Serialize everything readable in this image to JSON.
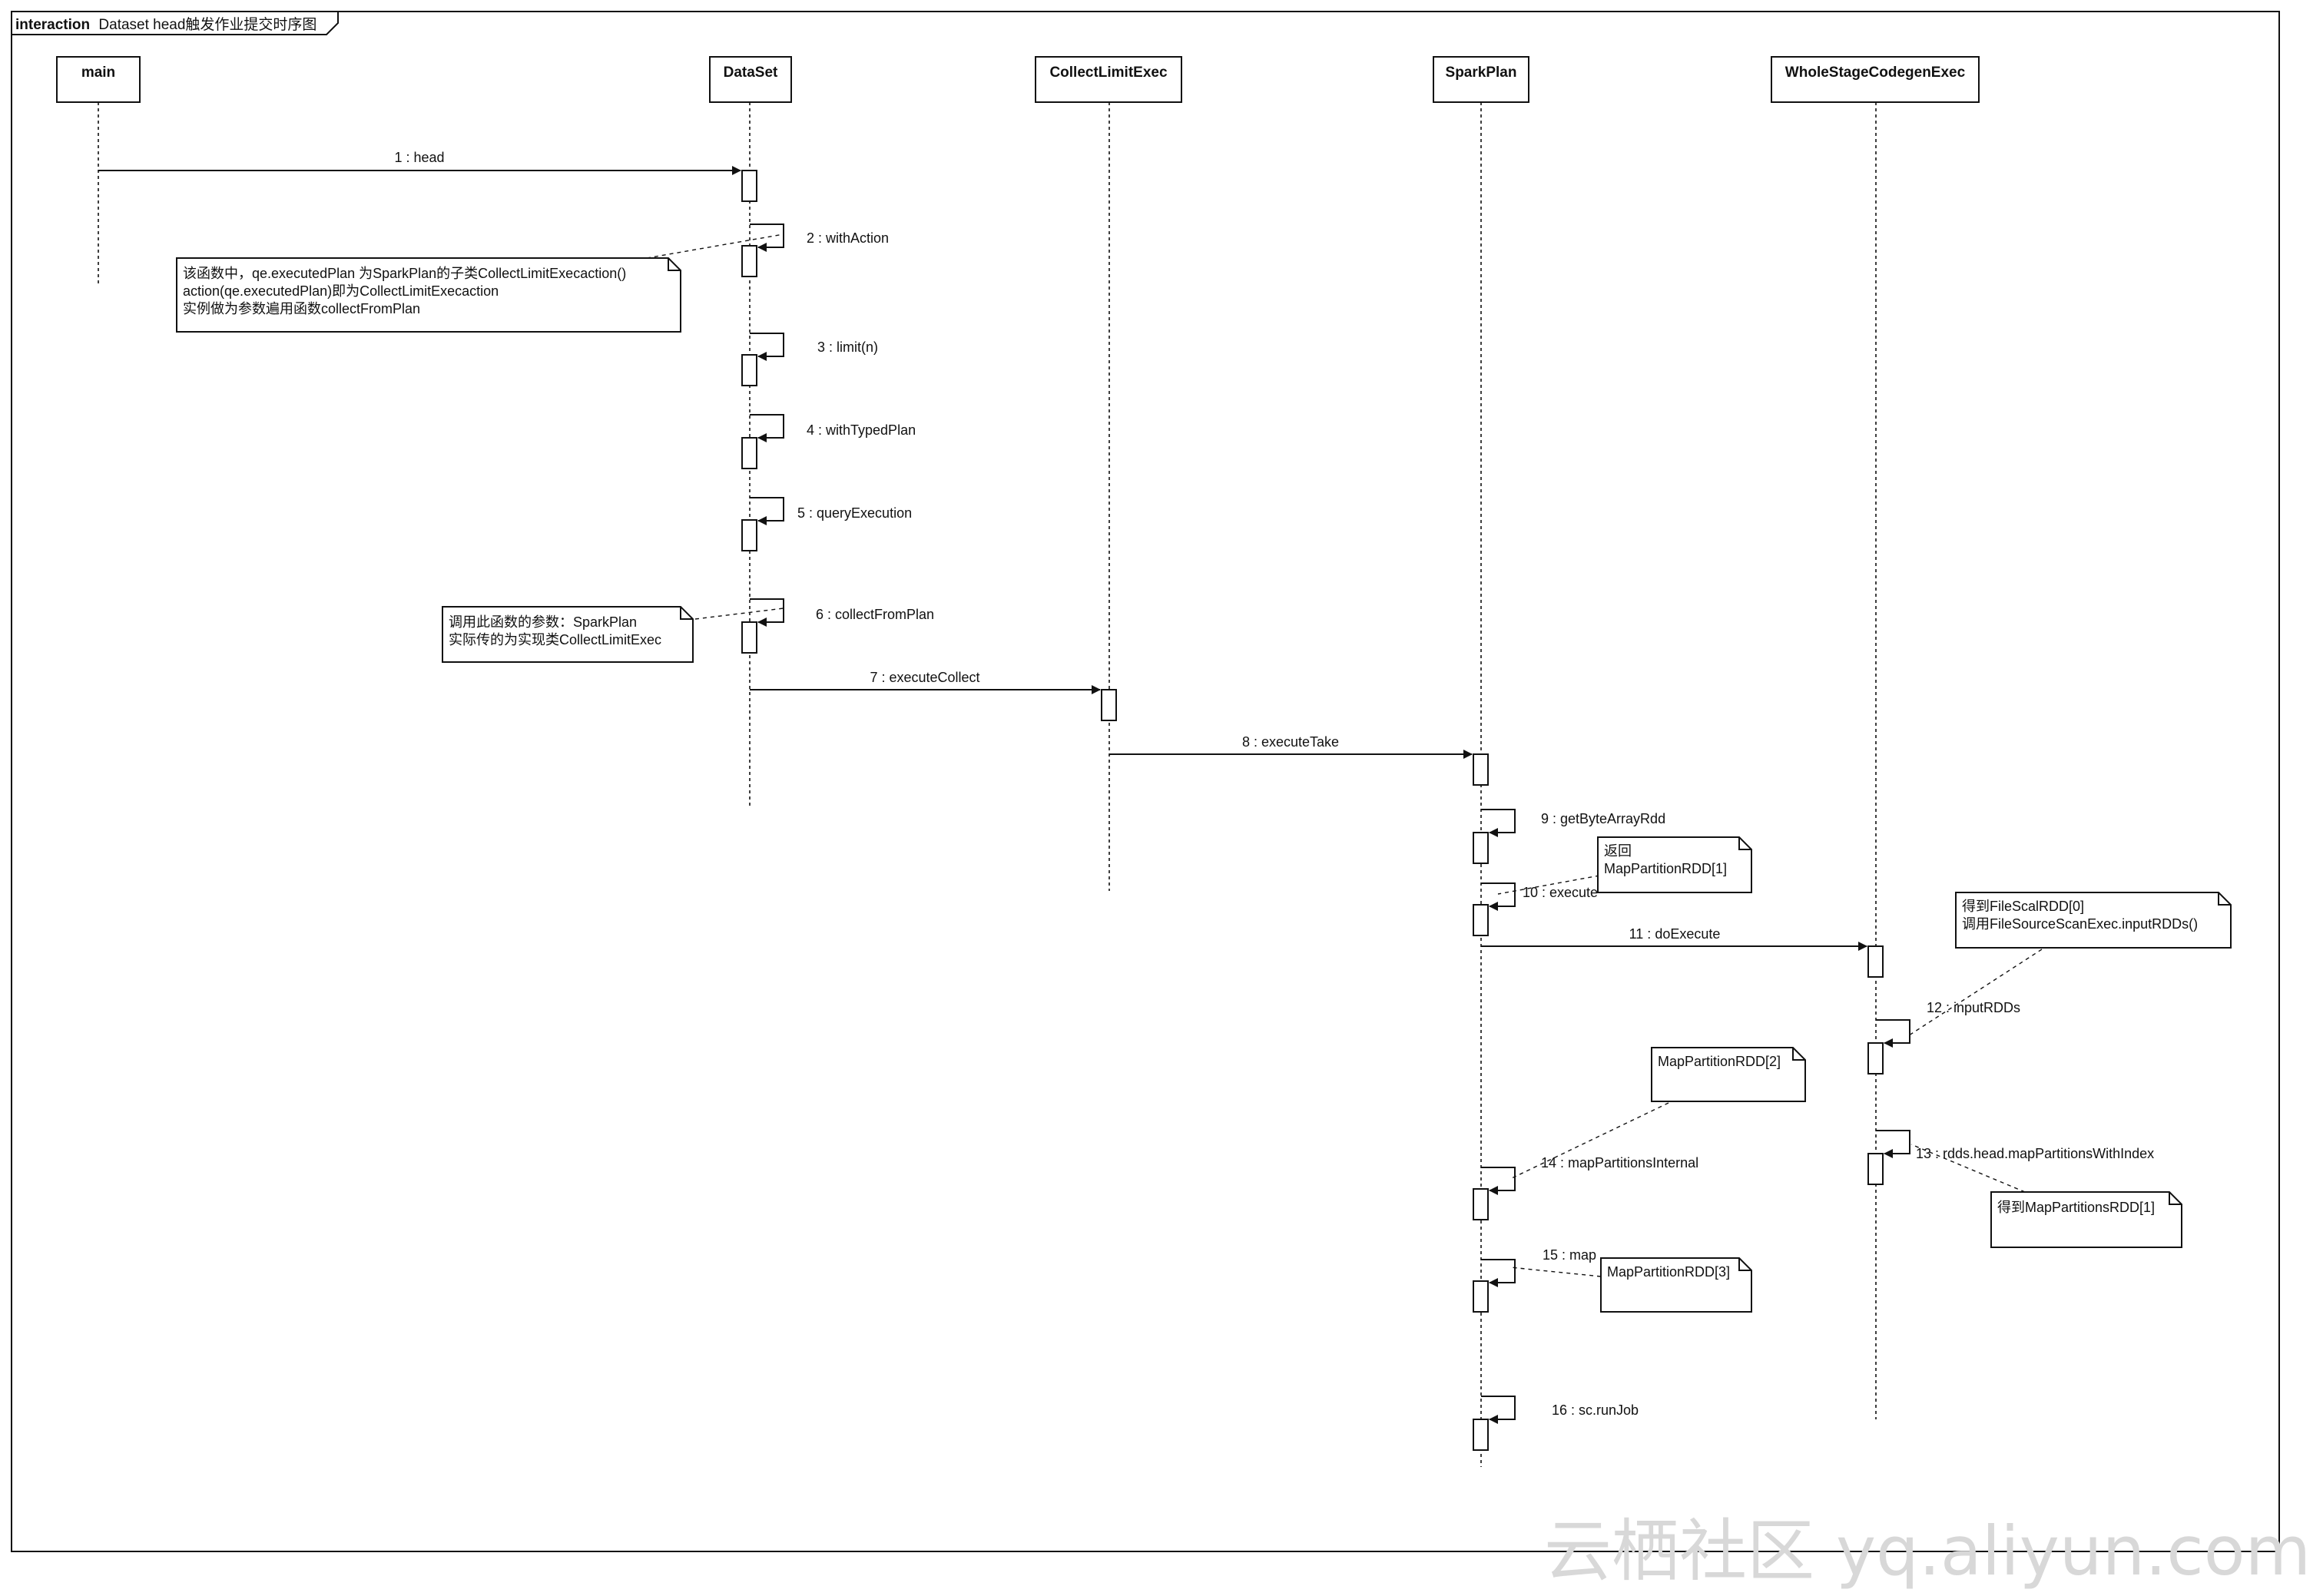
{
  "frame": {
    "keyword": "interaction",
    "title": "Dataset head触发作业提交时序图"
  },
  "participants": [
    {
      "id": "main",
      "label": "main"
    },
    {
      "id": "dataset",
      "label": "DataSet"
    },
    {
      "id": "collectlimitexec",
      "label": "CollectLimitExec"
    },
    {
      "id": "sparkplan",
      "label": "SparkPlan"
    },
    {
      "id": "wholestage",
      "label": "WholeStageCodegenExec"
    }
  ],
  "messages": [
    {
      "label": "1 : head",
      "from": "main",
      "to": "dataset"
    },
    {
      "label": "2 : withAction",
      "from": "dataset",
      "to": "dataset"
    },
    {
      "label": "3 : limit(n)",
      "from": "dataset",
      "to": "dataset"
    },
    {
      "label": "4 : withTypedPlan",
      "from": "dataset",
      "to": "dataset"
    },
    {
      "label": "5 : queryExecution",
      "from": "dataset",
      "to": "dataset"
    },
    {
      "label": "6 : collectFromPlan",
      "from": "dataset",
      "to": "dataset"
    },
    {
      "label": "7 : executeCollect",
      "from": "dataset",
      "to": "collectlimitexec"
    },
    {
      "label": "8 : executeTake",
      "from": "collectlimitexec",
      "to": "sparkplan"
    },
    {
      "label": "9 : getByteArrayRdd",
      "from": "sparkplan",
      "to": "sparkplan"
    },
    {
      "label": "10 : execute",
      "from": "sparkplan",
      "to": "sparkplan"
    },
    {
      "label": "11 : doExecute",
      "from": "sparkplan",
      "to": "wholestage"
    },
    {
      "label": "12 : inputRDDs",
      "from": "wholestage",
      "to": "wholestage"
    },
    {
      "label": "13 : rdds.head.mapPartitionsWithIndex",
      "from": "wholestage",
      "to": "wholestage"
    },
    {
      "label": "14 : mapPartitionsInternal",
      "from": "sparkplan",
      "to": "sparkplan"
    },
    {
      "label": "15 : map",
      "from": "sparkplan",
      "to": "sparkplan"
    },
    {
      "label": "16 : sc.runJob",
      "from": "sparkplan",
      "to": "sparkplan"
    }
  ],
  "notes": [
    {
      "lines": [
        "该函数中，qe.executedPlan 为SparkPlan的子类CollectLimitExecaction()",
        "action(qe.executedPlan)即为CollectLimitExecaction",
        "实例做为参数遍用函数collectFromPlan"
      ]
    },
    {
      "lines": [
        "调用此函数的参数：SparkPlan",
        "实际传的为实现类CollectLimitExec"
      ]
    },
    {
      "lines": [
        "返回",
        "MapPartitionRDD[1]"
      ]
    },
    {
      "lines": [
        "得到FileScalRDD[0]",
        "调用FileSourceScanExec.inputRDDs()"
      ]
    },
    {
      "lines": [
        "MapPartitionRDD[2]"
      ]
    },
    {
      "lines": [
        "得到MapPartitionsRDD[1]"
      ]
    },
    {
      "lines": [
        "MapPartitionRDD[3]"
      ]
    }
  ],
  "watermark": "云栖社区 yq.aliyun.com",
  "colors": {
    "line": "#111111",
    "fill": "#ffffff",
    "watermark": "#d8d8d8"
  }
}
